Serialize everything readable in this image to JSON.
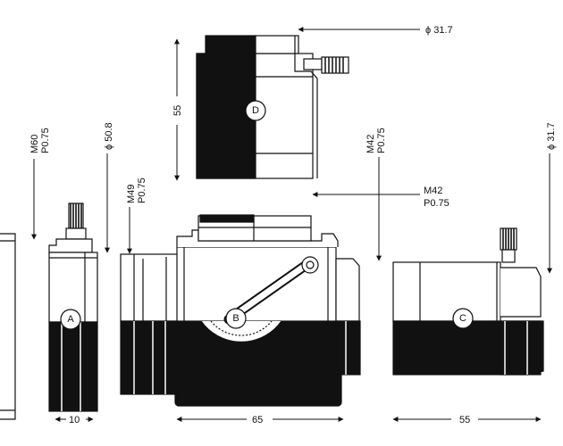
{
  "colors": {
    "ink": "#111111",
    "paper": "#ffffff"
  },
  "labels": {
    "A": "A",
    "B": "B",
    "C": "C",
    "D": "D"
  },
  "dimensions": {
    "thread_m60": "M60",
    "pitch_m60": "P0.75",
    "dia_50_8": "ϕ 50.8",
    "thread_m49": "M49",
    "pitch_m49": "P0.75",
    "thread_m42_top": "M42",
    "pitch_m42_top": "P0.75",
    "thread_m42_right": "M42",
    "pitch_m42_right": "P0.75",
    "dia_31_7_top": "ϕ 31.7",
    "dia_31_7_right": "ϕ 31.7",
    "height_55": "55",
    "width_10": "10",
    "width_65": "65",
    "width_55": "55"
  }
}
